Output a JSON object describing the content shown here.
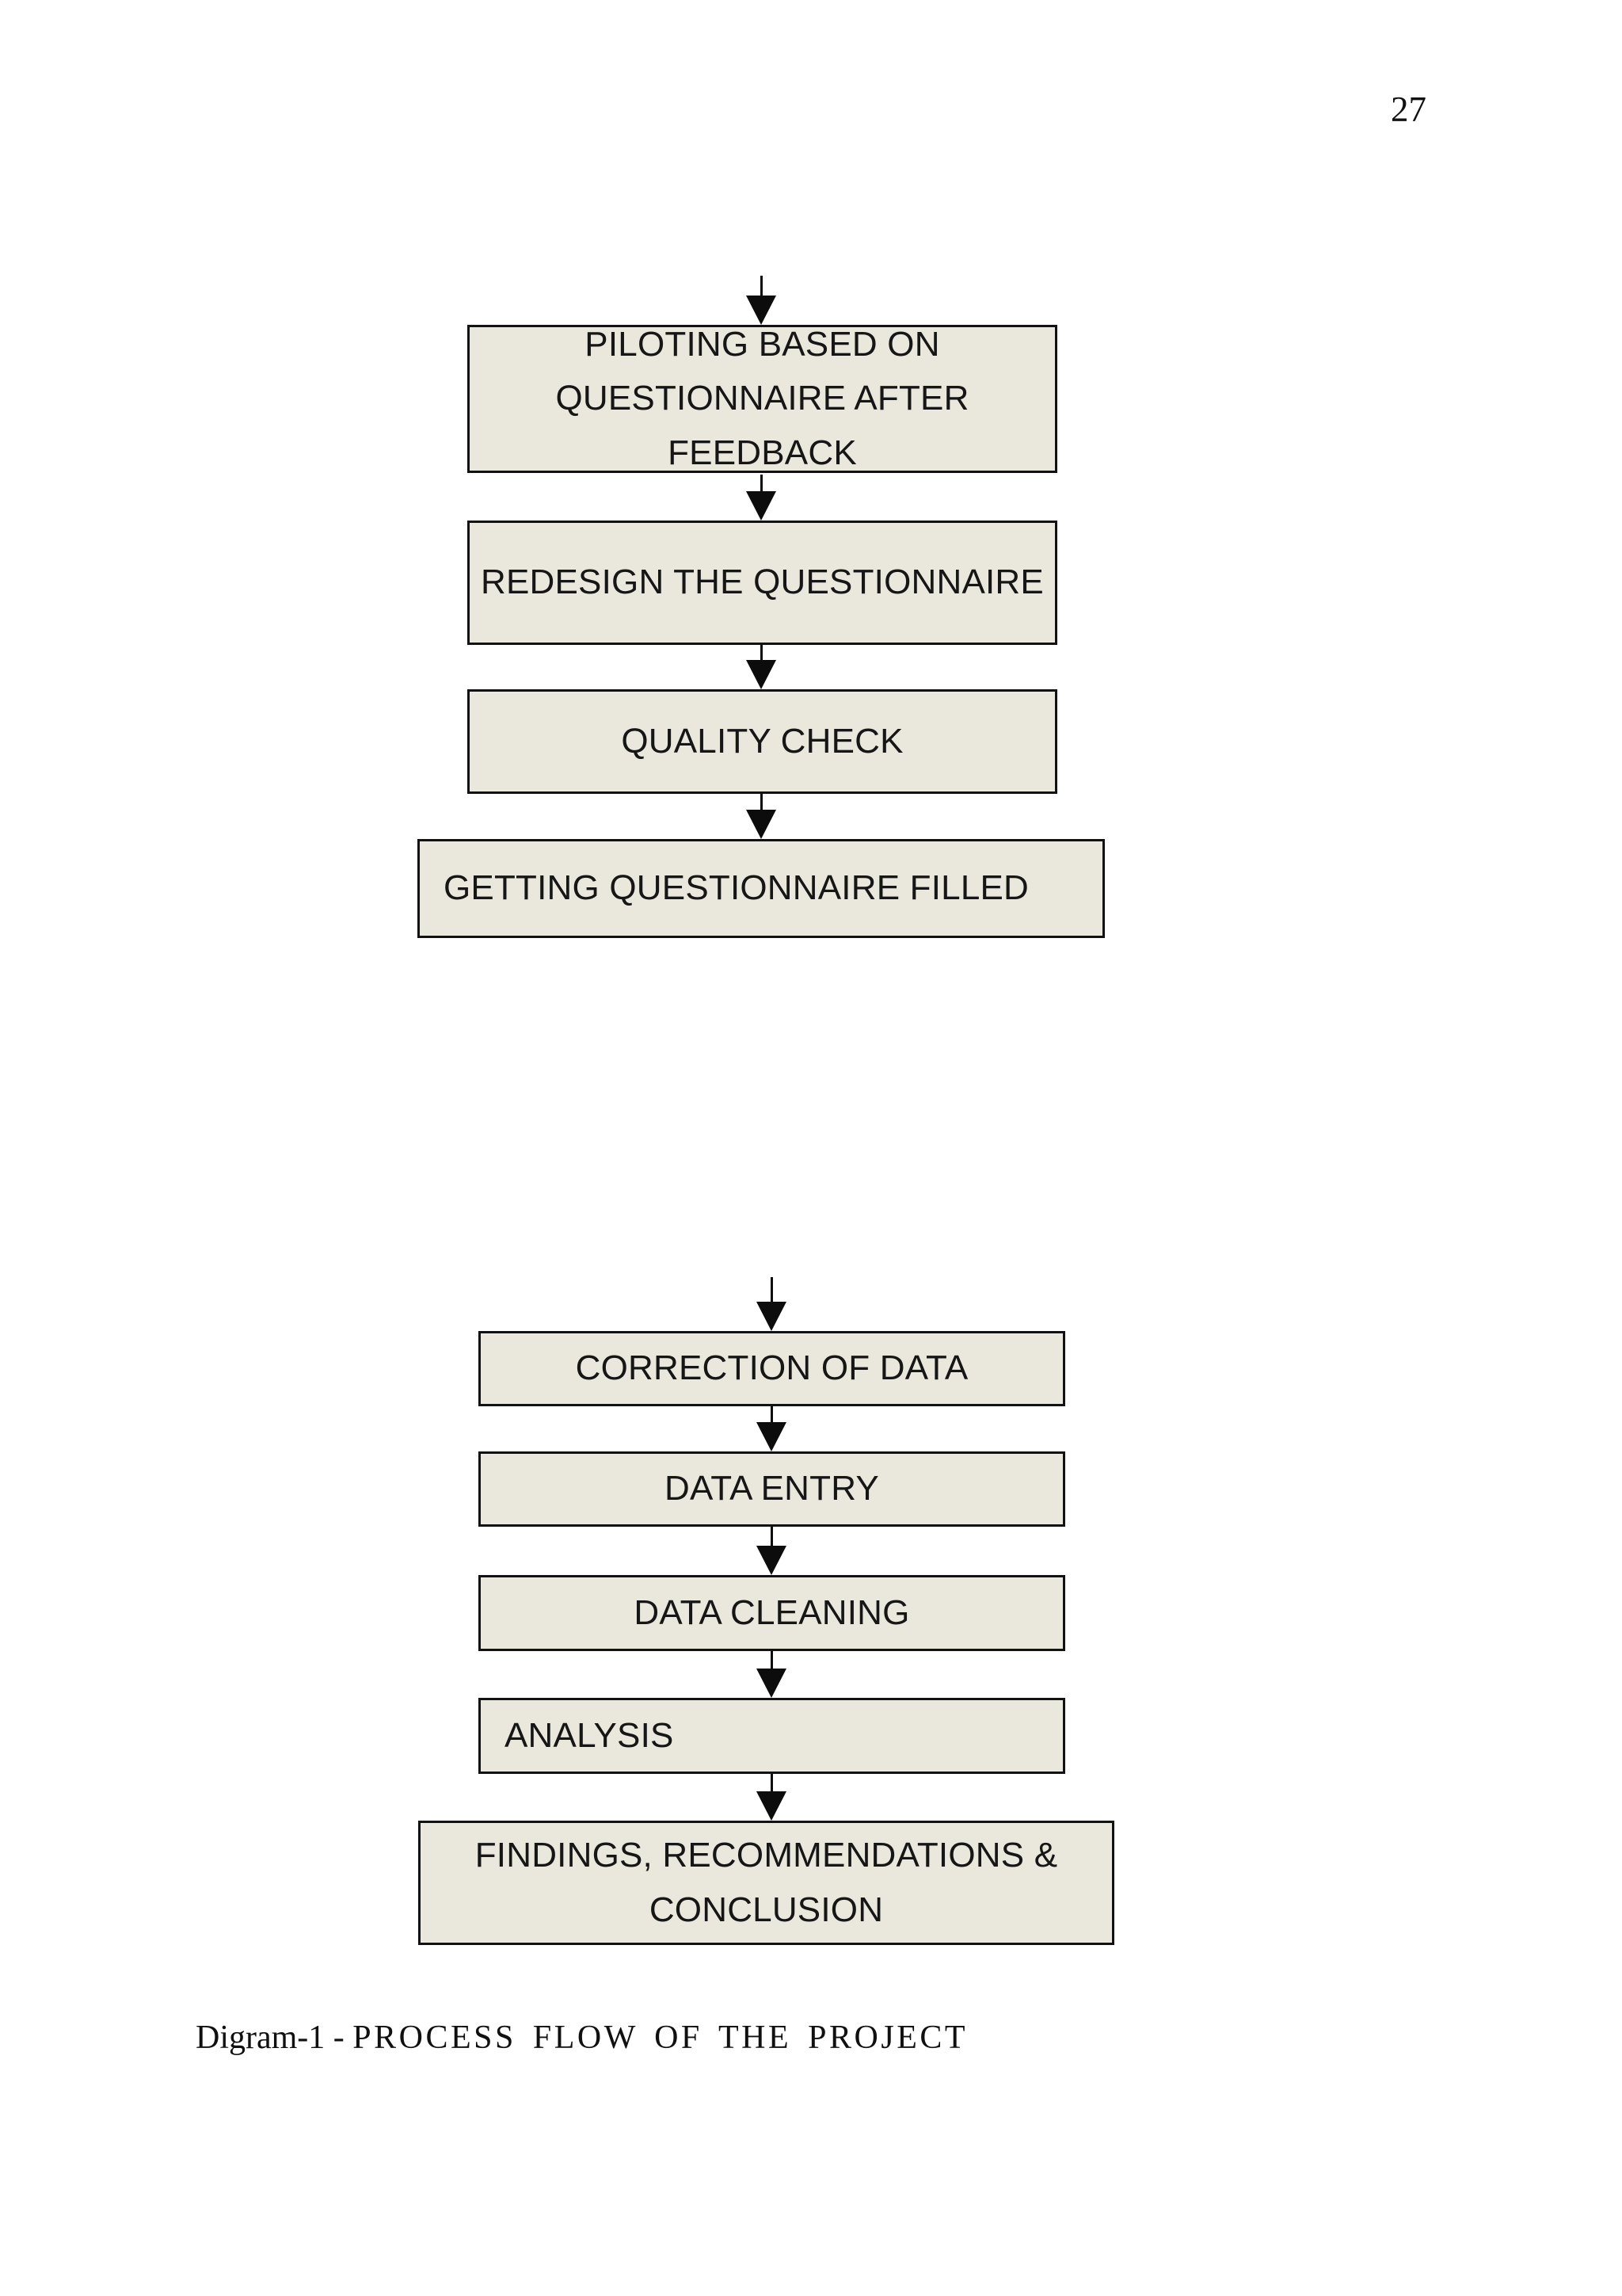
{
  "page": {
    "number": "27"
  },
  "diagram": {
    "boxes": [
      {
        "id": "piloting",
        "lines": [
          "PILOTING BASED ON",
          "QUESTIONNAIRE AFTER FEEDBACK"
        ]
      },
      {
        "id": "redesign",
        "lines": [
          "REDESIGN THE QUESTIONNAIRE"
        ]
      },
      {
        "id": "quality-check",
        "lines": [
          "QUALITY CHECK"
        ]
      },
      {
        "id": "getting-filled",
        "lines": [
          "GETTING QUESTIONNAIRE FILLED"
        ]
      },
      {
        "id": "correction",
        "lines": [
          "CORRECTION OF DATA"
        ]
      },
      {
        "id": "data-entry",
        "lines": [
          "DATA ENTRY"
        ]
      },
      {
        "id": "data-cleaning",
        "lines": [
          "DATA CLEANING"
        ]
      },
      {
        "id": "analysis",
        "lines": [
          "ANALYSIS"
        ]
      },
      {
        "id": "findings",
        "lines": [
          "FINDINGS, RECOMMENDATIONS &",
          "CONCLUSION"
        ]
      }
    ],
    "caption": {
      "prefix": "Digram-1 - ",
      "title": "PROCESS FLOW OF THE PROJECT"
    }
  },
  "colors": {
    "box_fill": "#EAE8DC",
    "box_border": "#121212",
    "arrow_color": "#0C0C0C",
    "text_color": "#161616"
  }
}
